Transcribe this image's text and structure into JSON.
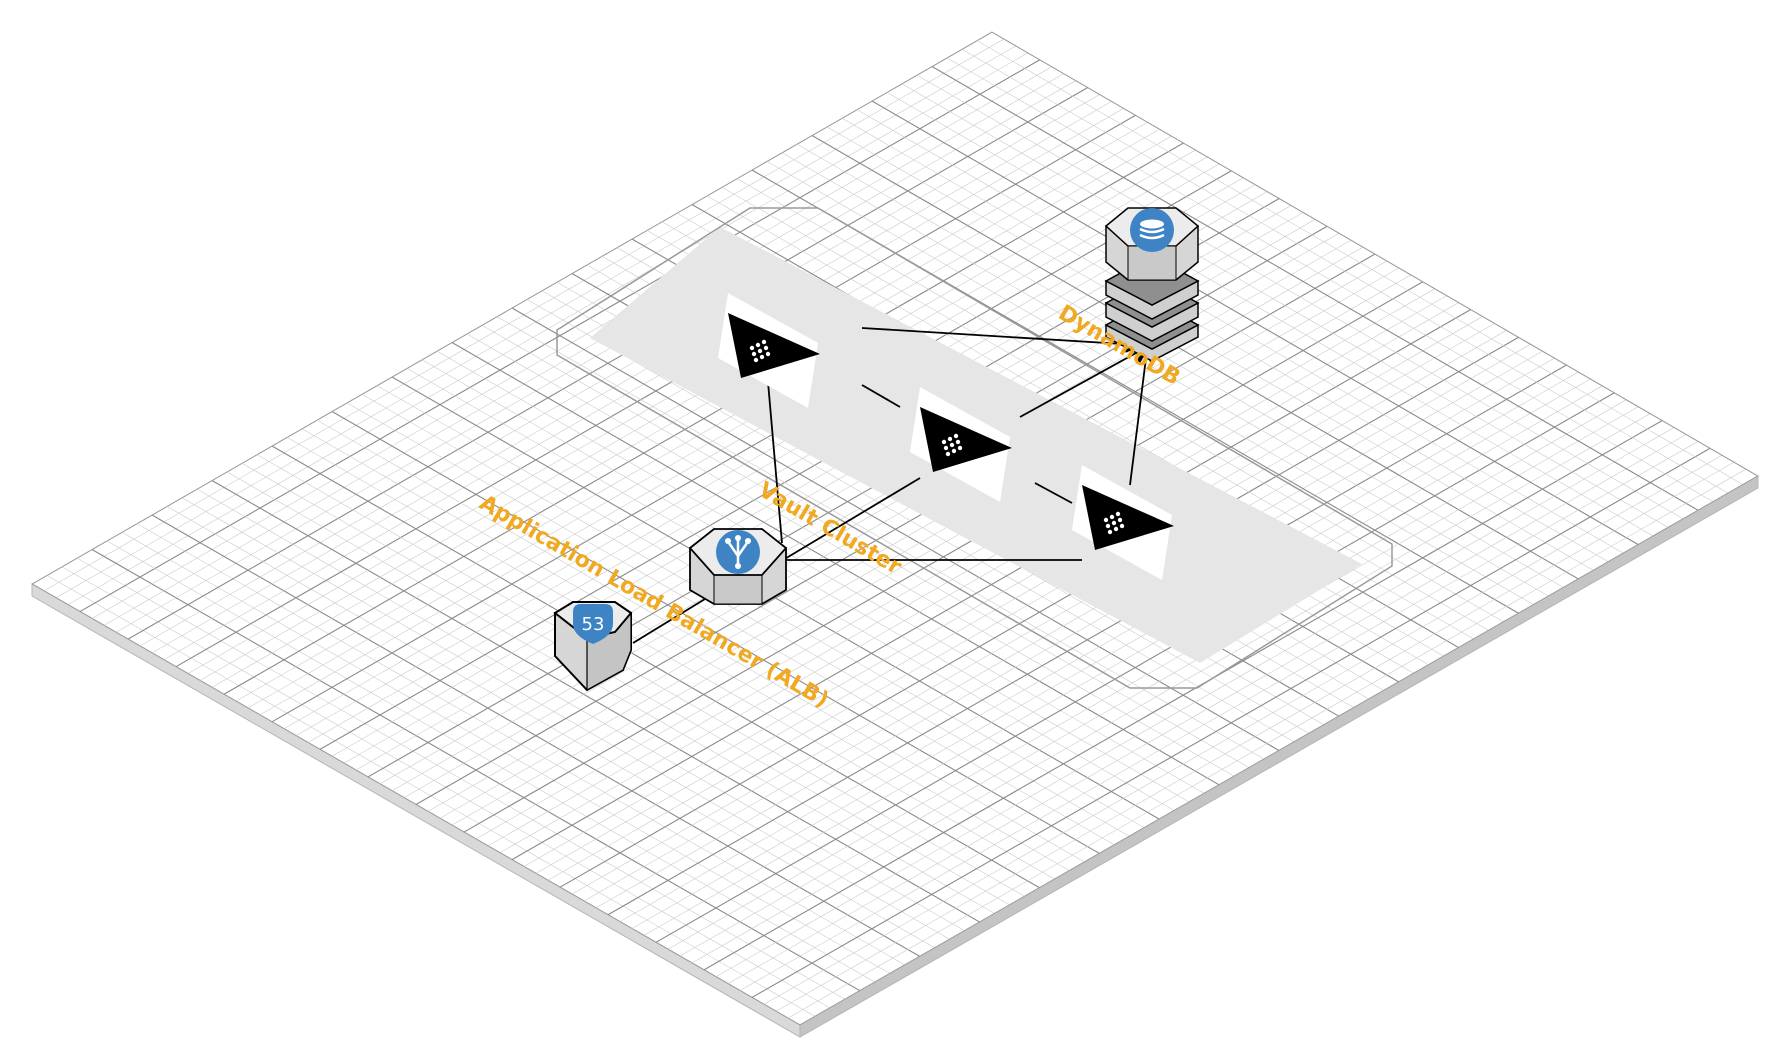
{
  "labels": {
    "alb": "Application Load Balancer (ALB)",
    "vault_cluster": "Vault Cluster",
    "dynamodb": "DynamoDB",
    "route53_badge": "53"
  },
  "icons": {
    "route53": "route53-icon",
    "alb": "load-balancer-icon",
    "vault": "vault-icon",
    "dynamodb": "dynamodb-icon"
  },
  "colors": {
    "label": "#f0a921",
    "grid_line": "#cccccc",
    "grid_major": "#8a8a8a",
    "node_top": "#ececec",
    "node_side": "#cfcfcf",
    "icon_blue": "#3e83c4",
    "vault_dark": "#000000",
    "band": "#e6e6e6",
    "region_border": "#9a9a9a"
  }
}
